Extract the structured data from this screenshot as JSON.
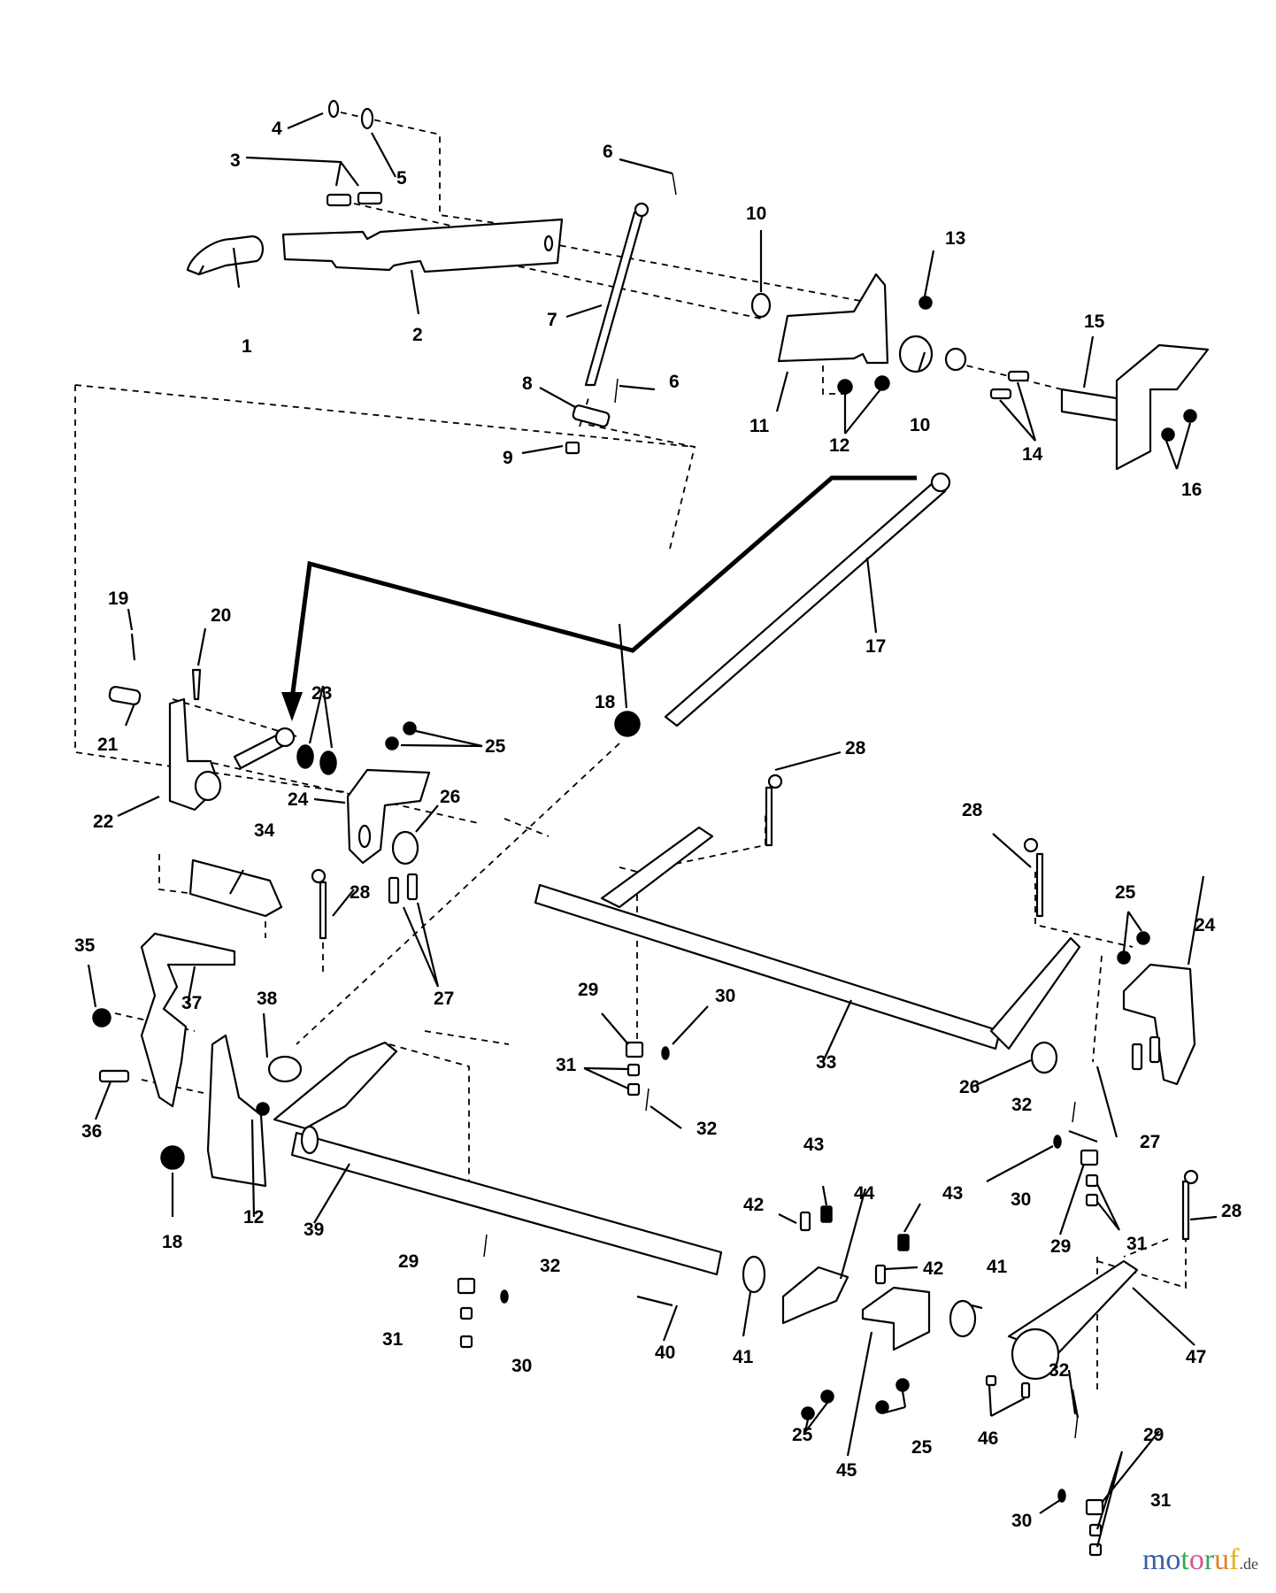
{
  "diagram": {
    "title": "Lift linkage exploded parts diagram",
    "callouts": [
      {
        "id": "c1",
        "label": "1"
      },
      {
        "id": "c2",
        "label": "2"
      },
      {
        "id": "c3",
        "label": "3"
      },
      {
        "id": "c4",
        "label": "4"
      },
      {
        "id": "c5",
        "label": "5"
      },
      {
        "id": "c6a",
        "label": "6"
      },
      {
        "id": "c6b",
        "label": "6"
      },
      {
        "id": "c7",
        "label": "7"
      },
      {
        "id": "c8",
        "label": "8"
      },
      {
        "id": "c9",
        "label": "9"
      },
      {
        "id": "c10a",
        "label": "10"
      },
      {
        "id": "c10b",
        "label": "10"
      },
      {
        "id": "c11",
        "label": "11"
      },
      {
        "id": "c12a",
        "label": "12"
      },
      {
        "id": "c13",
        "label": "13"
      },
      {
        "id": "c14",
        "label": "14"
      },
      {
        "id": "c15",
        "label": "15"
      },
      {
        "id": "c16",
        "label": "16"
      },
      {
        "id": "c17",
        "label": "17"
      },
      {
        "id": "c18a",
        "label": "18"
      },
      {
        "id": "c19",
        "label": "19"
      },
      {
        "id": "c20",
        "label": "20"
      },
      {
        "id": "c21",
        "label": "21"
      },
      {
        "id": "c22",
        "label": "22"
      },
      {
        "id": "c23",
        "label": "23"
      },
      {
        "id": "c24a",
        "label": "24"
      },
      {
        "id": "c25a",
        "label": "25"
      },
      {
        "id": "c26a",
        "label": "26"
      },
      {
        "id": "c34",
        "label": "34"
      },
      {
        "id": "c28a",
        "label": "28"
      },
      {
        "id": "c27a",
        "label": "27"
      },
      {
        "id": "c35",
        "label": "35"
      },
      {
        "id": "c37",
        "label": "37"
      },
      {
        "id": "c38",
        "label": "38"
      },
      {
        "id": "c36",
        "label": "36"
      },
      {
        "id": "c18b",
        "label": "18"
      },
      {
        "id": "c12b",
        "label": "12"
      },
      {
        "id": "c39",
        "label": "39"
      },
      {
        "id": "c28b",
        "label": "28"
      },
      {
        "id": "c28c",
        "label": "28"
      },
      {
        "id": "c25b",
        "label": "25"
      },
      {
        "id": "c24b",
        "label": "24"
      },
      {
        "id": "c29a",
        "label": "29"
      },
      {
        "id": "c30a",
        "label": "30"
      },
      {
        "id": "c31a",
        "label": "31"
      },
      {
        "id": "c32a",
        "label": "32"
      },
      {
        "id": "c33",
        "label": "33"
      },
      {
        "id": "c26b",
        "label": "26"
      },
      {
        "id": "c27b",
        "label": "27"
      },
      {
        "id": "c32b",
        "label": "32"
      },
      {
        "id": "c30b",
        "label": "30"
      },
      {
        "id": "c29b",
        "label": "29"
      },
      {
        "id": "c31b",
        "label": "31"
      },
      {
        "id": "c28d",
        "label": "28"
      },
      {
        "id": "c43a",
        "label": "43"
      },
      {
        "id": "c42a",
        "label": "42"
      },
      {
        "id": "c44",
        "label": "44"
      },
      {
        "id": "c43b",
        "label": "43"
      },
      {
        "id": "c42b",
        "label": "42"
      },
      {
        "id": "c41a",
        "label": "41"
      },
      {
        "id": "c41b",
        "label": "41"
      },
      {
        "id": "c40",
        "label": "40"
      },
      {
        "id": "c47",
        "label": "47"
      },
      {
        "id": "c29c",
        "label": "29"
      },
      {
        "id": "c32c",
        "label": "32"
      },
      {
        "id": "c31c",
        "label": "31"
      },
      {
        "id": "c30c",
        "label": "30"
      },
      {
        "id": "c25c",
        "label": "25"
      },
      {
        "id": "c25d",
        "label": "25"
      },
      {
        "id": "c45",
        "label": "45"
      },
      {
        "id": "c46",
        "label": "46"
      },
      {
        "id": "c32d",
        "label": "32"
      },
      {
        "id": "c29d",
        "label": "29"
      },
      {
        "id": "c30d",
        "label": "30"
      },
      {
        "id": "c31d",
        "label": "31"
      }
    ]
  },
  "watermark": {
    "letters": [
      {
        "ch": "m",
        "color": "#3b5ea8"
      },
      {
        "ch": "o",
        "color": "#3b5ea8"
      },
      {
        "ch": "t",
        "color": "#3aa655"
      },
      {
        "ch": "o",
        "color": "#d9558a"
      },
      {
        "ch": "r",
        "color": "#3aa655"
      },
      {
        "ch": "u",
        "color": "#e0802a"
      },
      {
        "ch": "f",
        "color": "#e0b020"
      }
    ],
    "suffix": ".de"
  }
}
